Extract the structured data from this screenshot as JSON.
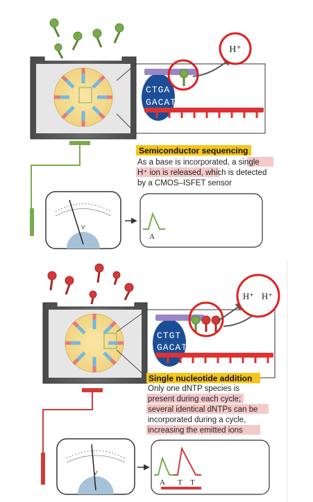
{
  "panels": [
    {
      "heading": "Semiconductor sequencing",
      "description_parts": [
        "As a base is incorporated, a ",
        "single",
        "H⁺ ion is released",
        ", which is detected",
        "by a CMOS–ISFET sensor"
      ],
      "dna_top": "CTGA",
      "dna_bottom": "GACATAACAGTA",
      "ion_labels": [
        "H⁺"
      ],
      "trace_bases": [
        "A"
      ],
      "meter_unit": "V",
      "colors": {
        "accent": "#7aaa4e",
        "highlight": "#f4c9c8",
        "heading_bg": "#f5c518",
        "circle": "#e02020"
      }
    },
    {
      "heading": "Single nucleotide addition",
      "description_lines": [
        "Only one dNTP species is",
        "present during each cycle;",
        "several identical dNTPs can be",
        "incorporated during a cycle,",
        "increasing the emitted ions"
      ],
      "dna_top": "CTGT",
      "dna_bottom": "GACATAACAGTA",
      "ion_labels": [
        "H⁺",
        "H⁺"
      ],
      "trace_bases": [
        "A",
        "T",
        "T"
      ],
      "meter_unit": "V",
      "colors": {
        "accent": "#d23a3a",
        "highlight": "#f4c9c8",
        "heading_bg": "#f5c518",
        "circle": "#e02020"
      }
    }
  ]
}
